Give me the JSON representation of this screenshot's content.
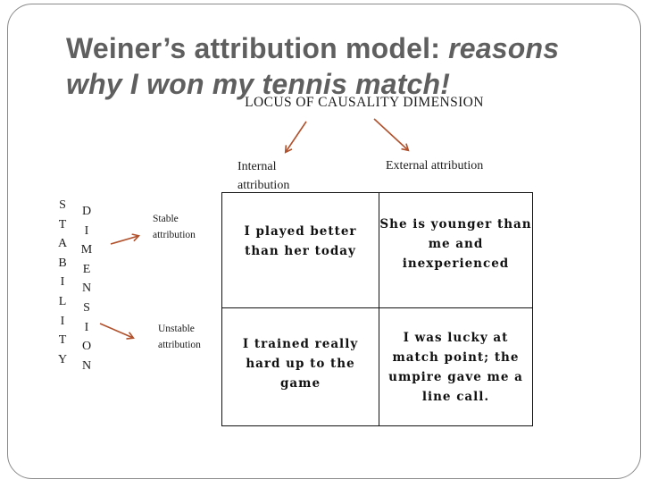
{
  "slide": {
    "title": {
      "regular": "Weiner’s attribution model: ",
      "italic": "reasons why I won my tennis match!"
    }
  },
  "locus_axis": {
    "label": "LOCUS OF CAUSALITY DIMENSION",
    "internal_label": "Internal attribution",
    "external_label": "External attribution"
  },
  "stability_axis": {
    "word_stability": "STABILITY",
    "word_dimension": "DIMENSION",
    "stable_label": "Stable attribution",
    "unstable_label": "Unstable attribution"
  },
  "matrix": {
    "stable_internal": "I played better than her today",
    "stable_external": "She is younger than me and inexperienced",
    "unstable_internal": "I trained really hard up to the game",
    "unstable_external": "I was lucky at match point; the umpire gave me a line call."
  },
  "colors": {
    "arrow": "#b0512c",
    "title_text": "#5f5f5f",
    "body_text": "#1c1c1c",
    "grid_border": "#111111",
    "frame_border": "#8a8a8a"
  }
}
